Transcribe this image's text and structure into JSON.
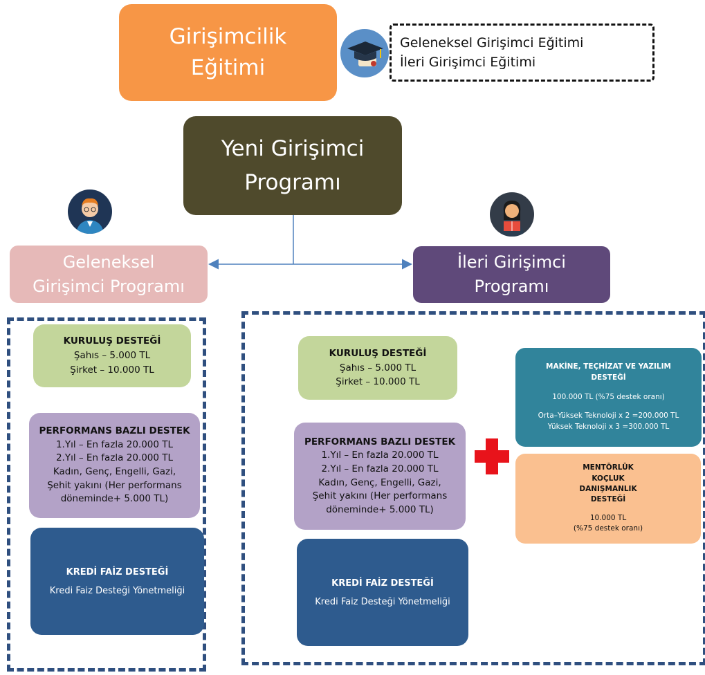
{
  "education": {
    "title_line1": "Girişimcilik",
    "title_line2": "Eğitimi",
    "list": [
      "Geleneksel Girişimci Eğitimi",
      "İleri Girişimci Eğitimi"
    ]
  },
  "main_program": {
    "line1": "Yeni Girişimci",
    "line2": "Programı"
  },
  "geleneksel": {
    "header_line1": "Geleneksel",
    "header_line2": "Girişimci Programı",
    "kurulus": {
      "title": "KURULUŞ DESTEĞİ",
      "items": [
        "Şahıs – 5.000 TL",
        "Şirket – 10.000 TL"
      ]
    },
    "performans": {
      "title": "PERFORMANS BAZLI DESTEK",
      "lines": [
        "1.Yıl –  En fazla 20.000 TL",
        "2.Yıl –  En fazla 20.000 TL",
        "Kadın, Genç, Engelli, Gazi,",
        "Şehit yakını (Her performans",
        "döneminde+ 5.000 TL)"
      ]
    },
    "kredi": {
      "title": "KREDİ FAİZ DESTEĞİ",
      "text": "Kredi Faiz Desteği Yönetmeliği"
    }
  },
  "ileri": {
    "header_line1": "İleri Girişimci",
    "header_line2": "Programı",
    "kurulus": {
      "title": "KURULUŞ DESTEĞİ",
      "items": [
        "Şahıs – 5.000 TL",
        "Şirket – 10.000 TL"
      ]
    },
    "performans": {
      "title": "PERFORMANS BAZLI DESTEK",
      "lines": [
        "1.Yıl –  En fazla 20.000 TL",
        "2.Yıl –  En fazla 20.000 TL",
        "Kadın, Genç, Engelli, Gazi,",
        "Şehit yakını (Her performans",
        "döneminde+ 5.000 TL)"
      ]
    },
    "kredi": {
      "title": "KREDİ FAİZ DESTEĞİ",
      "text": "Kredi Faiz Desteği Yönetmeliği"
    },
    "makine": {
      "title_line1": "MAKİNE, TEÇHİZAT VE YAZILIM",
      "title_line2": "DESTEĞİ",
      "amount": "100.000 TL (%75 destek oranı)",
      "tech1": "Orta–Yüksek Teknoloji x 2 =200.000 TL",
      "tech2": "Yüksek Teknoloji x 3 =300.000 TL"
    },
    "mentor": {
      "lines": [
        "MENTÖRLÜK",
        "KOÇLUK",
        "DANIŞMANLIK",
        "DESTEĞİ"
      ],
      "amount": "10.000 TL",
      "rate": "(%75 destek oranı)"
    }
  },
  "icons": {
    "graduation": "graduation-cap-diploma-icon",
    "man": "man-avatar-icon",
    "woman": "woman-reading-icon",
    "plus": "red-plus-icon"
  },
  "colors": {
    "orange": "#F79646",
    "olive": "#4F4A2C",
    "pink": "#E6B9B8",
    "purple": "#5F497A",
    "green": "#C3D69B",
    "lavender": "#B3A2C7",
    "navy": "#2E5B8E",
    "teal": "#31849B",
    "peach": "#FAC090",
    "red": "#E8131B",
    "dash": "#2F4F7F"
  }
}
